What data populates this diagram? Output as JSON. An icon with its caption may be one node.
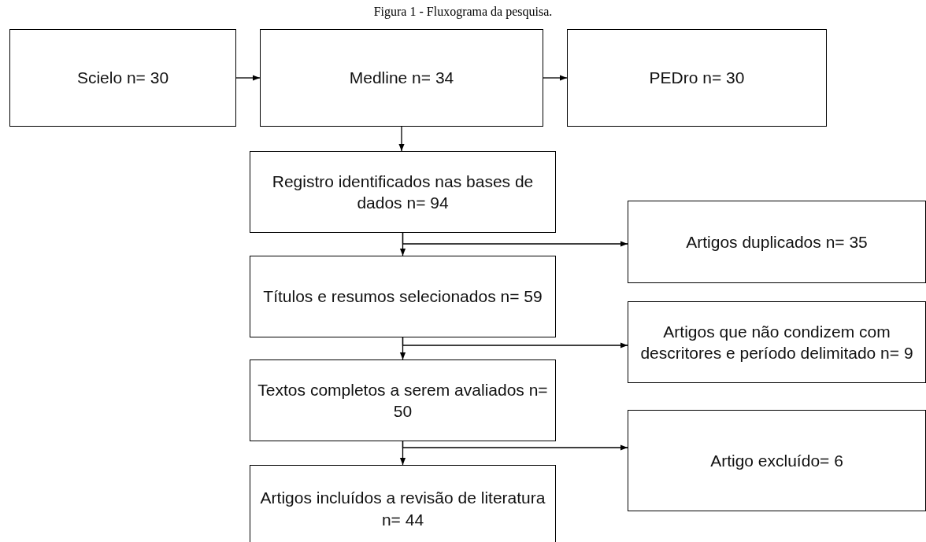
{
  "diagram": {
    "title": "Figura 1 - Fluxograma da pesquisa.",
    "nodes": [
      {
        "text": [
          "Scielo n= 30"
        ]
      },
      {
        "text": [
          "Medline n= 34"
        ]
      },
      {
        "text": [
          "PEDro n= 30"
        ]
      },
      {
        "text": [
          "Registro identificados nas bases de dados n= 94"
        ]
      },
      {
        "text": [
          "Artigos duplicados n= 35"
        ]
      },
      {
        "text": [
          "Títulos e resumos selecionados n= 59"
        ]
      },
      {
        "text": [
          "Artigos que não condizem com descritores e período delimitado n= 9"
        ]
      },
      {
        "text": [
          "Textos completos a serem avaliados n= 50"
        ]
      },
      {
        "text": [
          "Artigo excluído= 6"
        ]
      },
      {
        "text": [
          "Artigos incluídos a revisão de literatura n= 44"
        ]
      }
    ],
    "edges": [
      {
        "from": 0,
        "to": 1,
        "arrow": "to"
      },
      {
        "from": 1,
        "to": 2,
        "arrow": "to"
      },
      {
        "from": 1,
        "to": 3,
        "arrow": "to"
      },
      {
        "from": 3,
        "to": 4,
        "arrow": "to"
      },
      {
        "from": 3,
        "to": 5,
        "arrow": "to"
      },
      {
        "from": 5,
        "to": 6,
        "arrow": "to"
      },
      {
        "from": 5,
        "to": 7,
        "arrow": "to"
      },
      {
        "from": 7,
        "to": 8,
        "arrow": "to"
      },
      {
        "from": 7,
        "to": 9,
        "arrow": "to"
      }
    ]
  }
}
